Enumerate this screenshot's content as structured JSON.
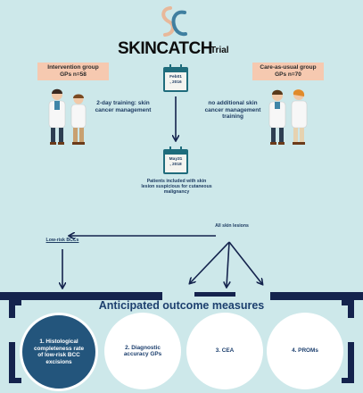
{
  "logo": {
    "mark": "SC",
    "name": "SKINCATCH",
    "suffix": "Trial"
  },
  "groups": {
    "intervention": {
      "line1": "Intervention group",
      "line2": "GPs n=58"
    },
    "care_as_usual": {
      "line1": "Care-as-usual group",
      "line2": "GPs n=70"
    }
  },
  "notes": {
    "training": "2-day training: skin cancer management",
    "no_training": "no additional skin cancer management training",
    "patients": "Patients included with skin lesion suspicious for cutaneous malignancy",
    "all_lesions": "All skin lesions",
    "low_risk": "Low-risk BCCs"
  },
  "dates": {
    "start": {
      "line1": "Feb01",
      "line2": ", 2016"
    },
    "end": {
      "line1": "May31",
      "line2": ", 2018"
    }
  },
  "outcomes": {
    "title": "Anticipated outcome measures",
    "items": [
      "1. Histological completeness rate of low-risk BCC excisions",
      "2. Diagnostic accuracy GPs",
      "3. CEA",
      "4. PROMs"
    ]
  },
  "colors": {
    "background": "#cde8ea",
    "navy": "#14234d",
    "teal": "#2b6f86",
    "pink_box": "#f6c9b0",
    "outcome_highlight": "#23557c"
  },
  "icons": [
    "logo-mark-icon",
    "calendar-icon",
    "doctor-icon",
    "arrow-icon"
  ]
}
